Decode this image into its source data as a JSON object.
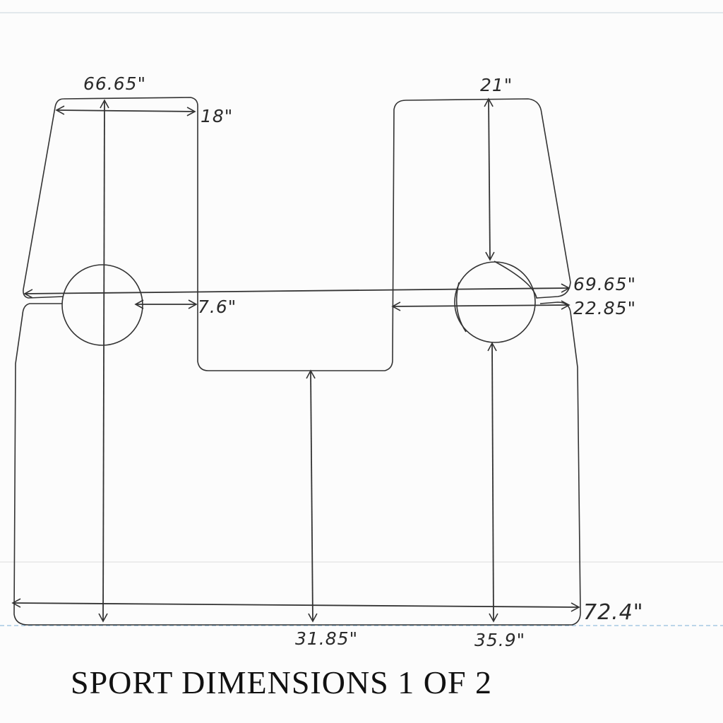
{
  "title": "SPORT DIMENSIONS 1 OF 2",
  "dimensions": {
    "left_height": "66.65\"",
    "left_top_width": "18\"",
    "right_top_height": "21\"",
    "overall_upper_width": "69.65\"",
    "left_circle_to_notch": "7.6\"",
    "notch_to_right_edge": "22.85\"",
    "overall_bottom_width": "72.4\"",
    "center_height": "31.85\"",
    "right_lower_height": "35.9\""
  },
  "colors": {
    "line": "#333333",
    "guide_blue": "#7aaed6"
  }
}
